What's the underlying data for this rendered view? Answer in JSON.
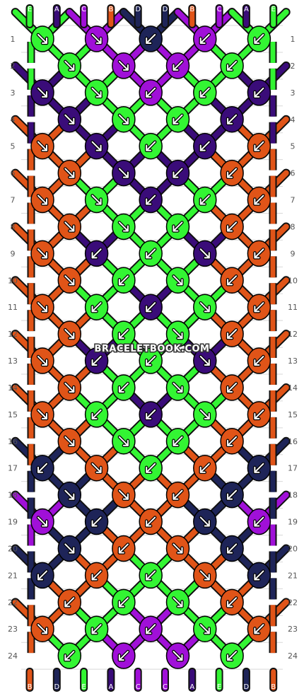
{
  "colors": {
    "A": "#3a0c79",
    "B": "#e05418",
    "C": "#a010d8",
    "D": "#1e2458",
    "E": "#33f533"
  },
  "top_labels": [
    "E",
    "A",
    "C",
    "B",
    "D",
    "D",
    "B",
    "C",
    "A",
    "E"
  ],
  "bottom_labels": [
    "B",
    "D",
    "E",
    "A",
    "C",
    "C",
    "A",
    "E",
    "D",
    "B"
  ],
  "row_numbers": [
    "1",
    "2",
    "3",
    "4",
    "5",
    "6",
    "7",
    "8",
    "9",
    "10",
    "11",
    "12",
    "13",
    "14",
    "15",
    "16",
    "17",
    "18",
    "19",
    "20",
    "21",
    "22",
    "23",
    "24"
  ],
  "watermark": "BRACELETBOOK.COM",
  "knot_rows": [
    [
      [
        "E",
        "se"
      ],
      [
        "C",
        "se"
      ],
      [
        "D",
        "sw"
      ],
      [
        "C",
        "sw"
      ],
      [
        "E",
        "sw"
      ]
    ],
    [
      [
        "E",
        "se"
      ],
      [
        "C",
        "se"
      ],
      [
        "C",
        "sw"
      ],
      [
        "E",
        "sw"
      ]
    ],
    [
      [
        "A",
        "se"
      ],
      [
        "E",
        "se"
      ],
      [
        "C",
        "sw"
      ],
      [
        "E",
        "sw"
      ],
      [
        "A",
        "sw"
      ]
    ],
    [
      [
        "A",
        "se"
      ],
      [
        "E",
        "se"
      ],
      [
        "E",
        "sw"
      ],
      [
        "A",
        "sw"
      ]
    ],
    [
      [
        "B",
        "se"
      ],
      [
        "A",
        "se"
      ],
      [
        "E",
        "sw"
      ],
      [
        "A",
        "sw"
      ],
      [
        "B",
        "sw"
      ]
    ],
    [
      [
        "B",
        "se"
      ],
      [
        "A",
        "se"
      ],
      [
        "A",
        "sw"
      ],
      [
        "B",
        "sw"
      ]
    ],
    [
      [
        "B",
        "se"
      ],
      [
        "E",
        "se"
      ],
      [
        "A",
        "sw"
      ],
      [
        "E",
        "sw"
      ],
      [
        "B",
        "sw"
      ]
    ],
    [
      [
        "B",
        "se"
      ],
      [
        "E",
        "se"
      ],
      [
        "E",
        "sw"
      ],
      [
        "B",
        "sw"
      ]
    ],
    [
      [
        "B",
        "se"
      ],
      [
        "A",
        "sw"
      ],
      [
        "E",
        "sw"
      ],
      [
        "A",
        "se"
      ],
      [
        "B",
        "sw"
      ]
    ],
    [
      [
        "B",
        "se"
      ],
      [
        "E",
        "sw"
      ],
      [
        "E",
        "se"
      ],
      [
        "B",
        "sw"
      ]
    ],
    [
      [
        "B",
        "se"
      ],
      [
        "E",
        "sw"
      ],
      [
        "A",
        "sw"
      ],
      [
        "E",
        "se"
      ],
      [
        "B",
        "sw"
      ]
    ],
    [
      [
        "B",
        "se"
      ],
      [
        "E",
        "sw"
      ],
      [
        "E",
        "se"
      ],
      [
        "B",
        "sw"
      ]
    ],
    [
      [
        "B",
        "se"
      ],
      [
        "A",
        "sw"
      ],
      [
        "E",
        "sw"
      ],
      [
        "A",
        "se"
      ],
      [
        "B",
        "sw"
      ]
    ],
    [
      [
        "B",
        "se"
      ],
      [
        "E",
        "sw"
      ],
      [
        "E",
        "se"
      ],
      [
        "B",
        "sw"
      ]
    ],
    [
      [
        "B",
        "se"
      ],
      [
        "E",
        "sw"
      ],
      [
        "A",
        "sw"
      ],
      [
        "E",
        "se"
      ],
      [
        "B",
        "sw"
      ]
    ],
    [
      [
        "B",
        "se"
      ],
      [
        "E",
        "se"
      ],
      [
        "E",
        "sw"
      ],
      [
        "B",
        "sw"
      ]
    ],
    [
      [
        "D",
        "sw"
      ],
      [
        "B",
        "se"
      ],
      [
        "E",
        "sw"
      ],
      [
        "B",
        "sw"
      ],
      [
        "D",
        "sw"
      ]
    ],
    [
      [
        "D",
        "se"
      ],
      [
        "B",
        "se"
      ],
      [
        "B",
        "sw"
      ],
      [
        "D",
        "sw"
      ]
    ],
    [
      [
        "C",
        "se"
      ],
      [
        "D",
        "sw"
      ],
      [
        "B",
        "sw"
      ],
      [
        "D",
        "se"
      ],
      [
        "C",
        "sw"
      ]
    ],
    [
      [
        "D",
        "se"
      ],
      [
        "B",
        "sw"
      ],
      [
        "B",
        "se"
      ],
      [
        "D",
        "sw"
      ]
    ],
    [
      [
        "D",
        "sw"
      ],
      [
        "B",
        "sw"
      ],
      [
        "E",
        "sw"
      ],
      [
        "B",
        "se"
      ],
      [
        "D",
        "sw"
      ]
    ],
    [
      [
        "B",
        "sw"
      ],
      [
        "E",
        "sw"
      ],
      [
        "E",
        "se"
      ],
      [
        "B",
        "sw"
      ]
    ],
    [
      [
        "B",
        "se"
      ],
      [
        "E",
        "sw"
      ],
      [
        "C",
        "sw"
      ],
      [
        "E",
        "se"
      ],
      [
        "B",
        "sw"
      ]
    ],
    [
      [
        "E",
        "sw"
      ],
      [
        "C",
        "sw"
      ],
      [
        "C",
        "se"
      ],
      [
        "E",
        "sw"
      ]
    ]
  ]
}
